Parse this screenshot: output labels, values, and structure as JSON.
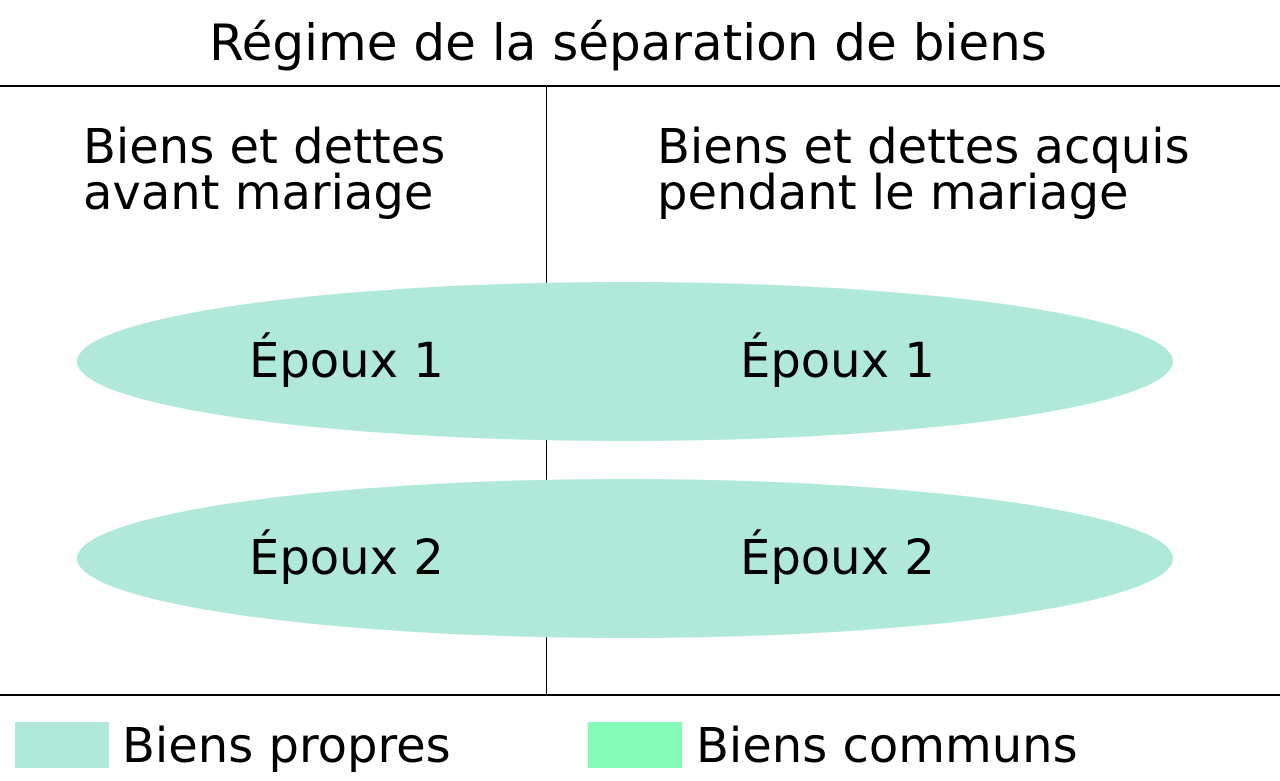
{
  "title": "Régime de la séparation de biens",
  "columns": {
    "left": {
      "line1": "Biens et dettes",
      "line2": "avant mariage"
    },
    "right": {
      "line1": "Biens et dettes acquis",
      "line2": "pendant le mariage"
    }
  },
  "rows": [
    {
      "left": "Époux 1",
      "right": "Époux 1"
    },
    {
      "left": "Époux 2",
      "right": "Époux 2"
    }
  ],
  "legend": {
    "own": {
      "label": "Biens propres",
      "color": "#b0e8da"
    },
    "common": {
      "label": "Biens communs",
      "color": "#86fbb8"
    }
  },
  "colors": {
    "ellipse_fill": "#b0e8da",
    "lines": "#000000"
  }
}
